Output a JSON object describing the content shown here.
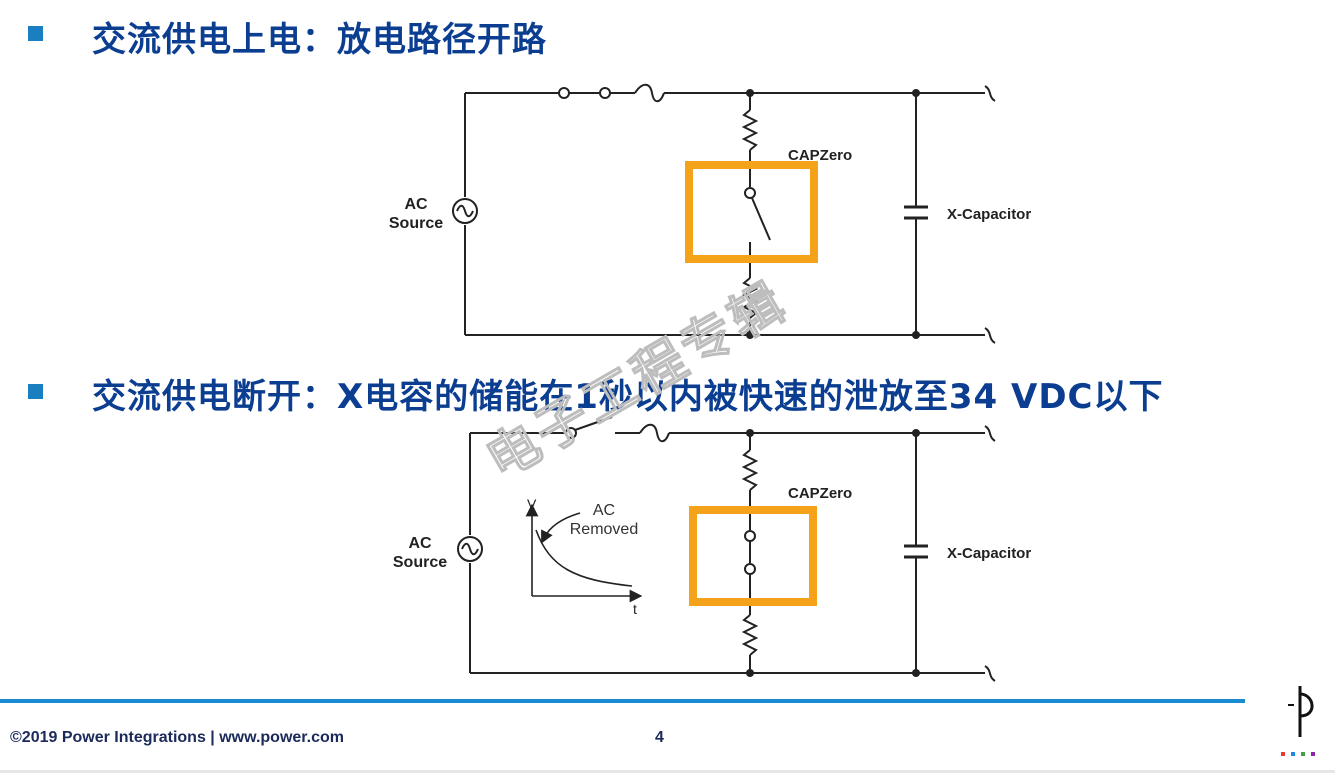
{
  "section1": {
    "title": "交流供电上电：放电路径开路"
  },
  "section2": {
    "title": "交流供电断开：X电容的储能在1秒以内被快速的泄放至34 VDC以下"
  },
  "diagram1": {
    "source_label_line1": "AC",
    "source_label_line2": "Source",
    "capzero_label": "CAPZero",
    "xcap_label": "X-Capacitor"
  },
  "diagram2": {
    "source_label_line1": "AC",
    "source_label_line2": "Source",
    "capzero_label": "CAPZero",
    "xcap_label": "X-Capacitor",
    "inset_v_label": "V",
    "inset_t_label": "t",
    "inset_note_line1": "AC",
    "inset_note_line2": "Removed"
  },
  "footer": {
    "copyright": "©2019 Power Integrations  |  www.power.com",
    "page_number": "4"
  },
  "watermark": "电子工程专辑",
  "colors": {
    "heading": "#0b3d91",
    "bullet": "#1a7fc1",
    "capzero_box": "#f5a21b",
    "footer_line": "#1a8bd0"
  }
}
